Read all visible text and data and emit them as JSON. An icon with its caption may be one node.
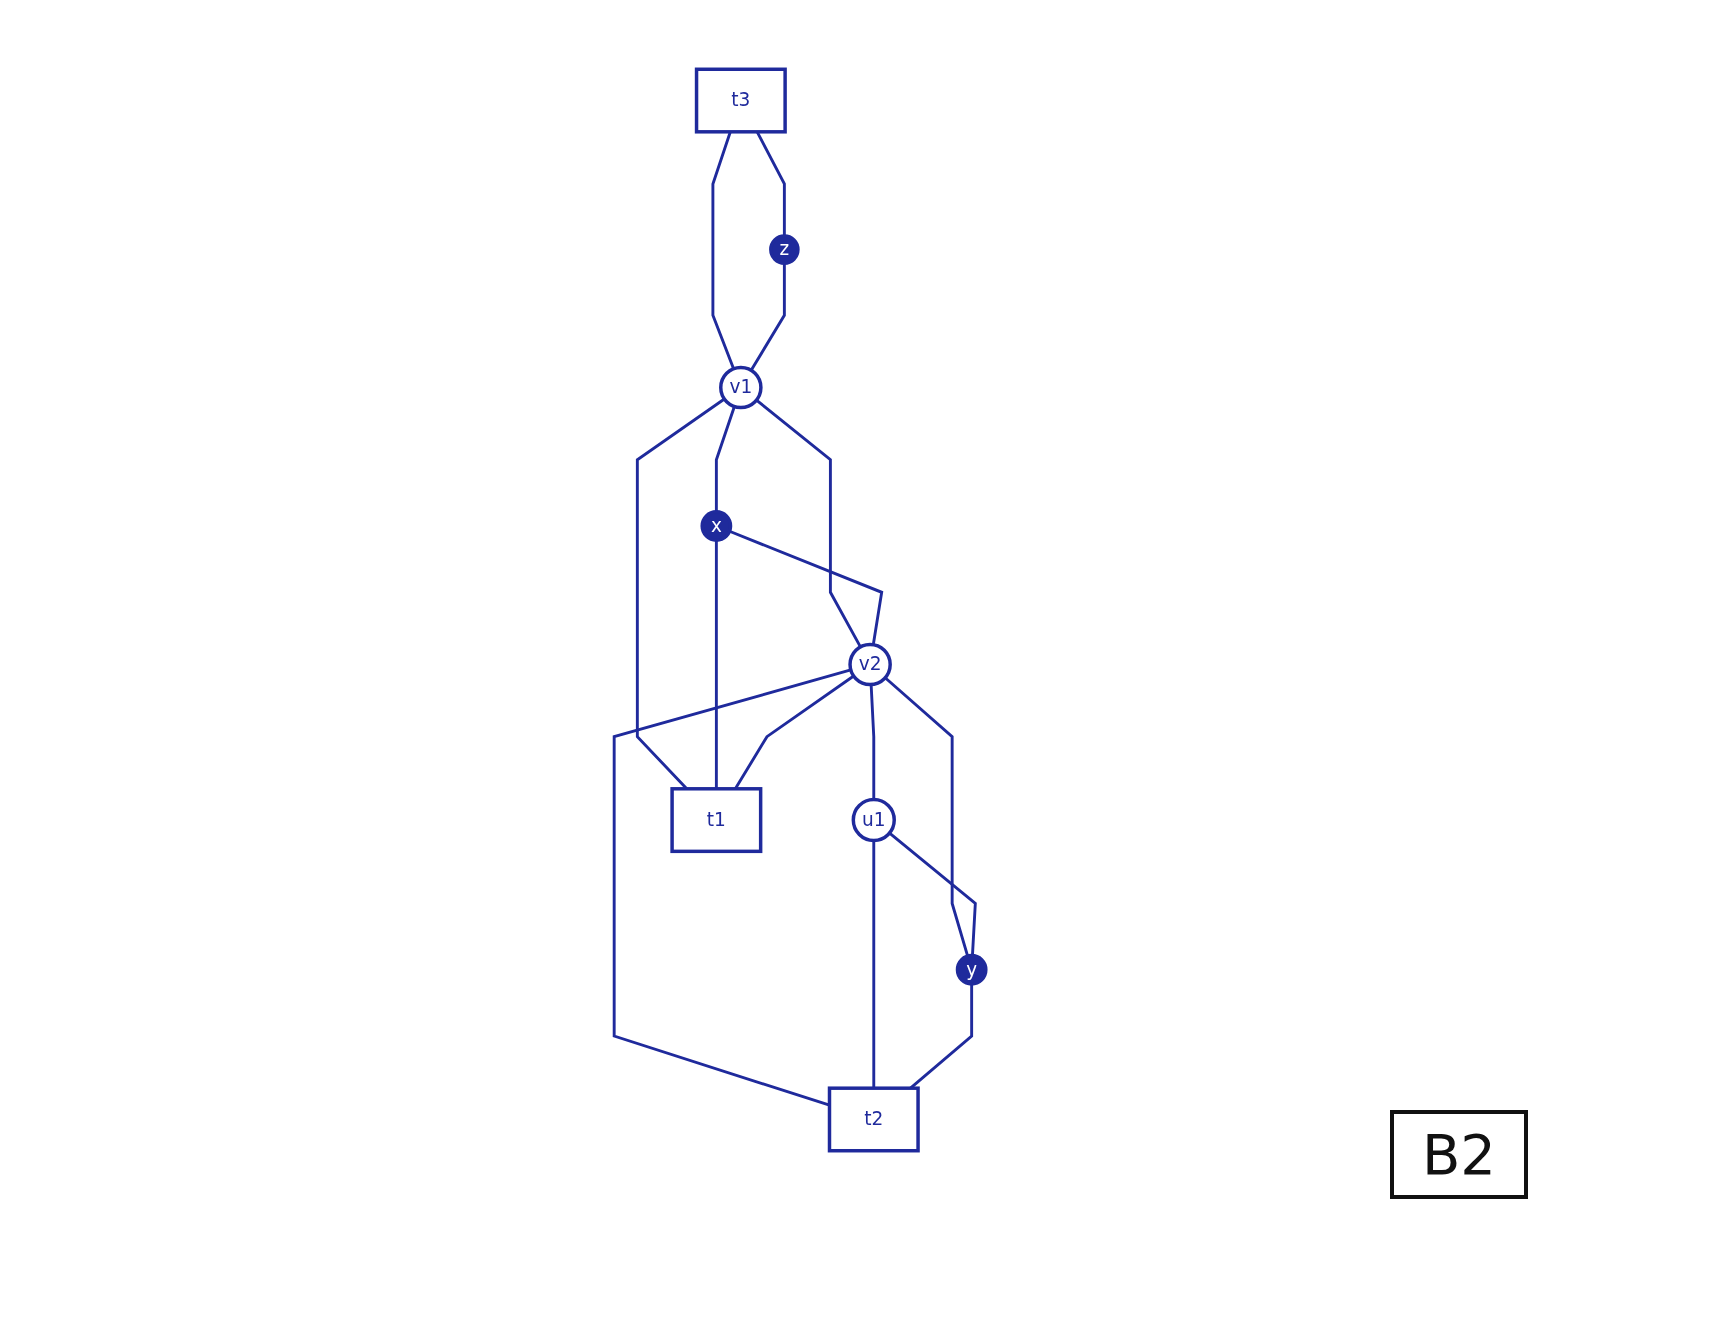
{
  "diagram": {
    "nodes": [
      {
        "text": [
          "t3"
        ]
      },
      {
        "text": [
          "z"
        ]
      },
      {
        "text": [
          "v1"
        ]
      },
      {
        "text": [
          "u1"
        ]
      },
      {
        "text": [
          "x"
        ]
      },
      {
        "text": [
          "v2"
        ]
      },
      {
        "text": [
          "y"
        ]
      },
      {
        "text": [
          "t1"
        ]
      },
      {
        "text": [
          "t2"
        ]
      }
    ],
    "edges": [
      {
        "from": 0,
        "to": 1,
        "arrow": "none"
      },
      {
        "from": 0,
        "to": 2,
        "arrow": "none"
      },
      {
        "from": 1,
        "to": 2,
        "arrow": "none"
      },
      {
        "from": 2,
        "to": 4,
        "arrow": "none"
      },
      {
        "from": 2,
        "to": 5,
        "arrow": "none"
      },
      {
        "from": 2,
        "to": 7,
        "arrow": "none"
      },
      {
        "from": 4,
        "to": 5,
        "arrow": "none"
      },
      {
        "from": 4,
        "to": 7,
        "arrow": "none"
      },
      {
        "from": 5,
        "to": 7,
        "arrow": "none"
      },
      {
        "from": 5,
        "to": 3,
        "arrow": "none"
      },
      {
        "from": 5,
        "to": 6,
        "arrow": "none"
      },
      {
        "from": 5,
        "to": 8,
        "arrow": "none"
      },
      {
        "from": 3,
        "to": 6,
        "arrow": "none"
      },
      {
        "from": 3,
        "to": 8,
        "arrow": "none"
      },
      {
        "from": 6,
        "to": 8,
        "arrow": "none"
      }
    ],
    "labels": [
      "B2"
    ]
  }
}
